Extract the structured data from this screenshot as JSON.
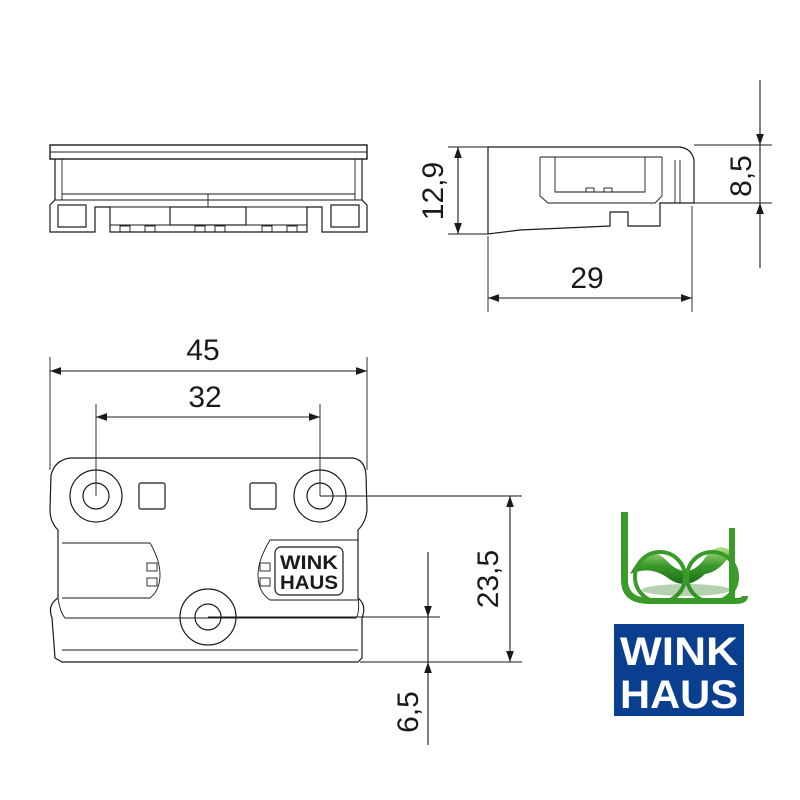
{
  "dimensions": {
    "side_height": "12,9",
    "side_inner_height": "8,5",
    "side_depth": "29",
    "overall_width": "45",
    "hole_spacing": "32",
    "hole_vertical_distance": "23,5",
    "lower_offset": "6,5"
  },
  "part_marking": {
    "line1": "WINK",
    "line2": "HAUS"
  },
  "brand_logo": {
    "line1": "WINK",
    "line2": "HAUS",
    "color": "#0a3f8f"
  },
  "certification_logo": {
    "lettering": "bal",
    "color": "#3a9a2a"
  }
}
